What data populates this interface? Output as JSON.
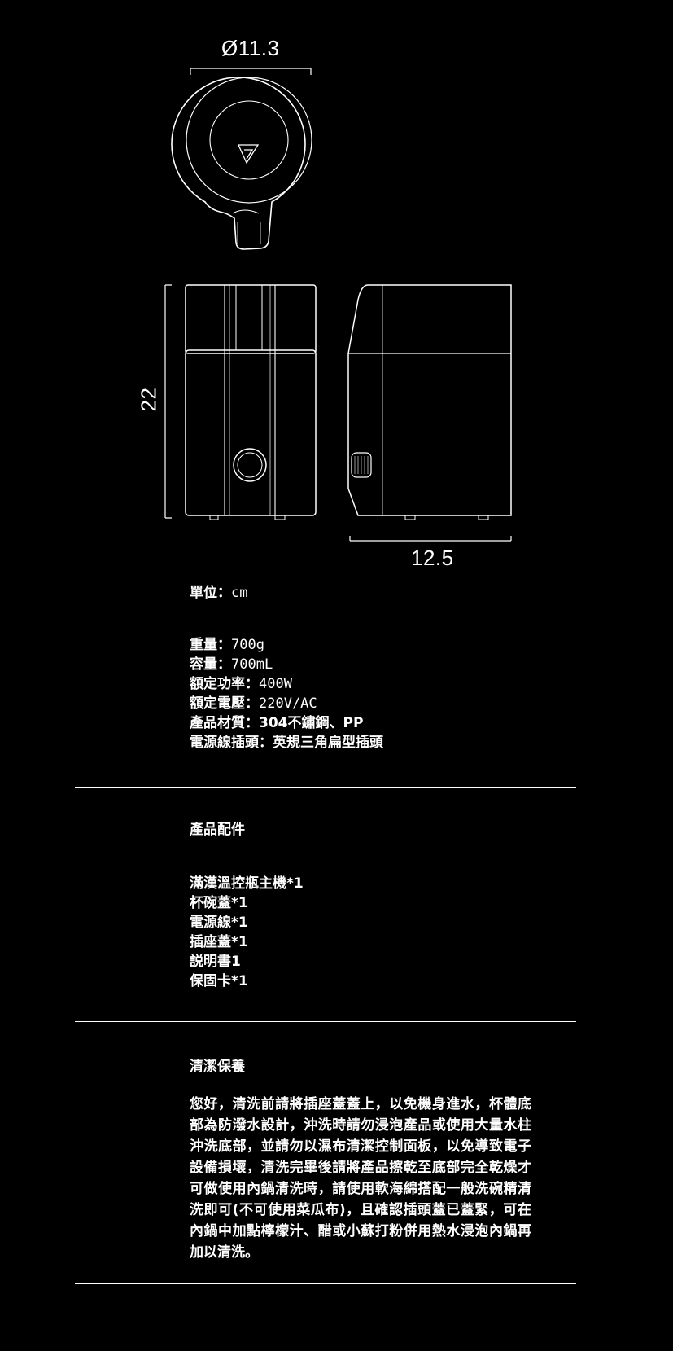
{
  "dimensions": {
    "diameter": "Ø11.3",
    "height": "22",
    "width": "12.5"
  },
  "unit": {
    "label": "單位：",
    "value": "cm"
  },
  "specs": [
    {
      "label": "重量：",
      "value": "700g"
    },
    {
      "label": "容量：",
      "value": "700mL"
    },
    {
      "label": "額定功率：",
      "value": "400W"
    },
    {
      "label": "額定電壓：",
      "value": "220V/AC"
    },
    {
      "label": "產品材質：",
      "value": "304不鏽鋼、PP"
    },
    {
      "label": "電源線插頭：",
      "value": "英規三角扁型插頭"
    }
  ],
  "accessories": {
    "title": "產品配件",
    "items": [
      "滿漢溫控瓶主機*1",
      "杯碗蓋*1",
      "電源線*1",
      "插座蓋*1",
      "説明書1",
      "保固卡*1"
    ]
  },
  "care": {
    "title": "清潔保養",
    "body": "您好，清洗前請將插座蓋蓋上，以免機身進水，杯體底部為防潑水設計，沖洗時請勿浸泡產品或使用大量水柱沖洗底部，並請勿以濕布清潔控制面板，以免導致電子設備損壞，清洗完畢後請將產品擦乾至底部完全乾燥才可做使用內鍋清洗時，請使用軟海綿搭配一般洗碗精清洗即可(不可使用菜瓜布)，且確認插頭蓋已蓋緊，可在內鍋中加點檸檬汁、醋或小蘇打粉併用熱水浸泡內鍋再加以清洗。"
  }
}
